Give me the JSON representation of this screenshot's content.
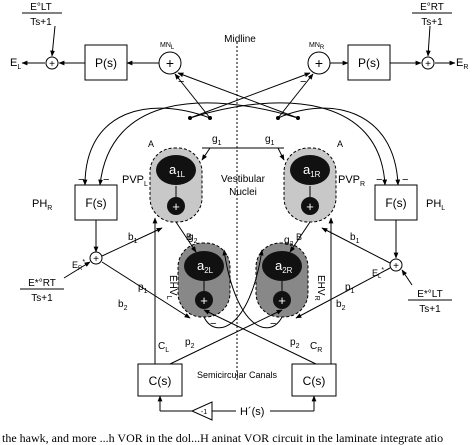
{
  "midline": "Midline",
  "nucleus": {
    "line1": "Vestibular",
    "line2": "Nuclei"
  },
  "semicircular": "Semicircular Canals",
  "ps": "P(s)",
  "fs": "F(s)",
  "cs": "C(s)",
  "hs": "H´(s)",
  "gain": "-1",
  "out_left": {
    "main": "E",
    "sub": "L"
  },
  "out_right": {
    "main": "E",
    "sub": "R"
  },
  "mn_left": {
    "main": "MN",
    "sub": "L"
  },
  "mn_right": {
    "main": "MN",
    "sub": "R"
  },
  "ph_left": {
    "main": "PH",
    "sub": "R"
  },
  "ph_right": {
    "main": "PH",
    "sub": "L"
  },
  "pvp_left": {
    "main": "PVP",
    "sub": "L"
  },
  "pvp_right": {
    "main": "PVP",
    "sub": "R"
  },
  "ehv_left": {
    "main": "EHV",
    "sub": "L"
  },
  "ehv_right": {
    "main": "EHV",
    "sub": "R"
  },
  "a1l": {
    "main": "a",
    "sub": "1L"
  },
  "a1r": {
    "main": "a",
    "sub": "1R"
  },
  "a2l": {
    "main": "a",
    "sub": "2L"
  },
  "a2r": {
    "main": "a",
    "sub": "2R"
  },
  "cl": {
    "main": "C",
    "sub": "L"
  },
  "cr": {
    "main": "C",
    "sub": "R"
  },
  "g1": {
    "main": "g",
    "sub": "1"
  },
  "g2": {
    "main": "g",
    "sub": "2"
  },
  "b1": {
    "main": "b",
    "sub": "1"
  },
  "b2": {
    "main": "b",
    "sub": "2"
  },
  "p1": {
    "main": "p",
    "sub": "1"
  },
  "p2": {
    "main": "p",
    "sub": "2"
  },
  "label_a": "A",
  "label_b": "B",
  "plus": "+",
  "minus": "−",
  "top_left_tf": {
    "num": "E°LT",
    "den": "Ts+1"
  },
  "top_right_tf": {
    "num": "E°RT",
    "den": "Ts+1"
  },
  "bot_left_tf": {
    "num": "E*°RT",
    "den": "Ts+1"
  },
  "bot_right_tf": {
    "num": "E*°LT",
    "den": "Ts+1"
  },
  "estar_left": {
    "main": "E",
    "sub": "R",
    "sup": "*"
  },
  "estar_right": {
    "main": "E",
    "sub": "L",
    "sup": "*"
  },
  "caption": "the hawk, and more ...h VOR in the dol...H aninat VOR circuit in the laminate integrate atio"
}
